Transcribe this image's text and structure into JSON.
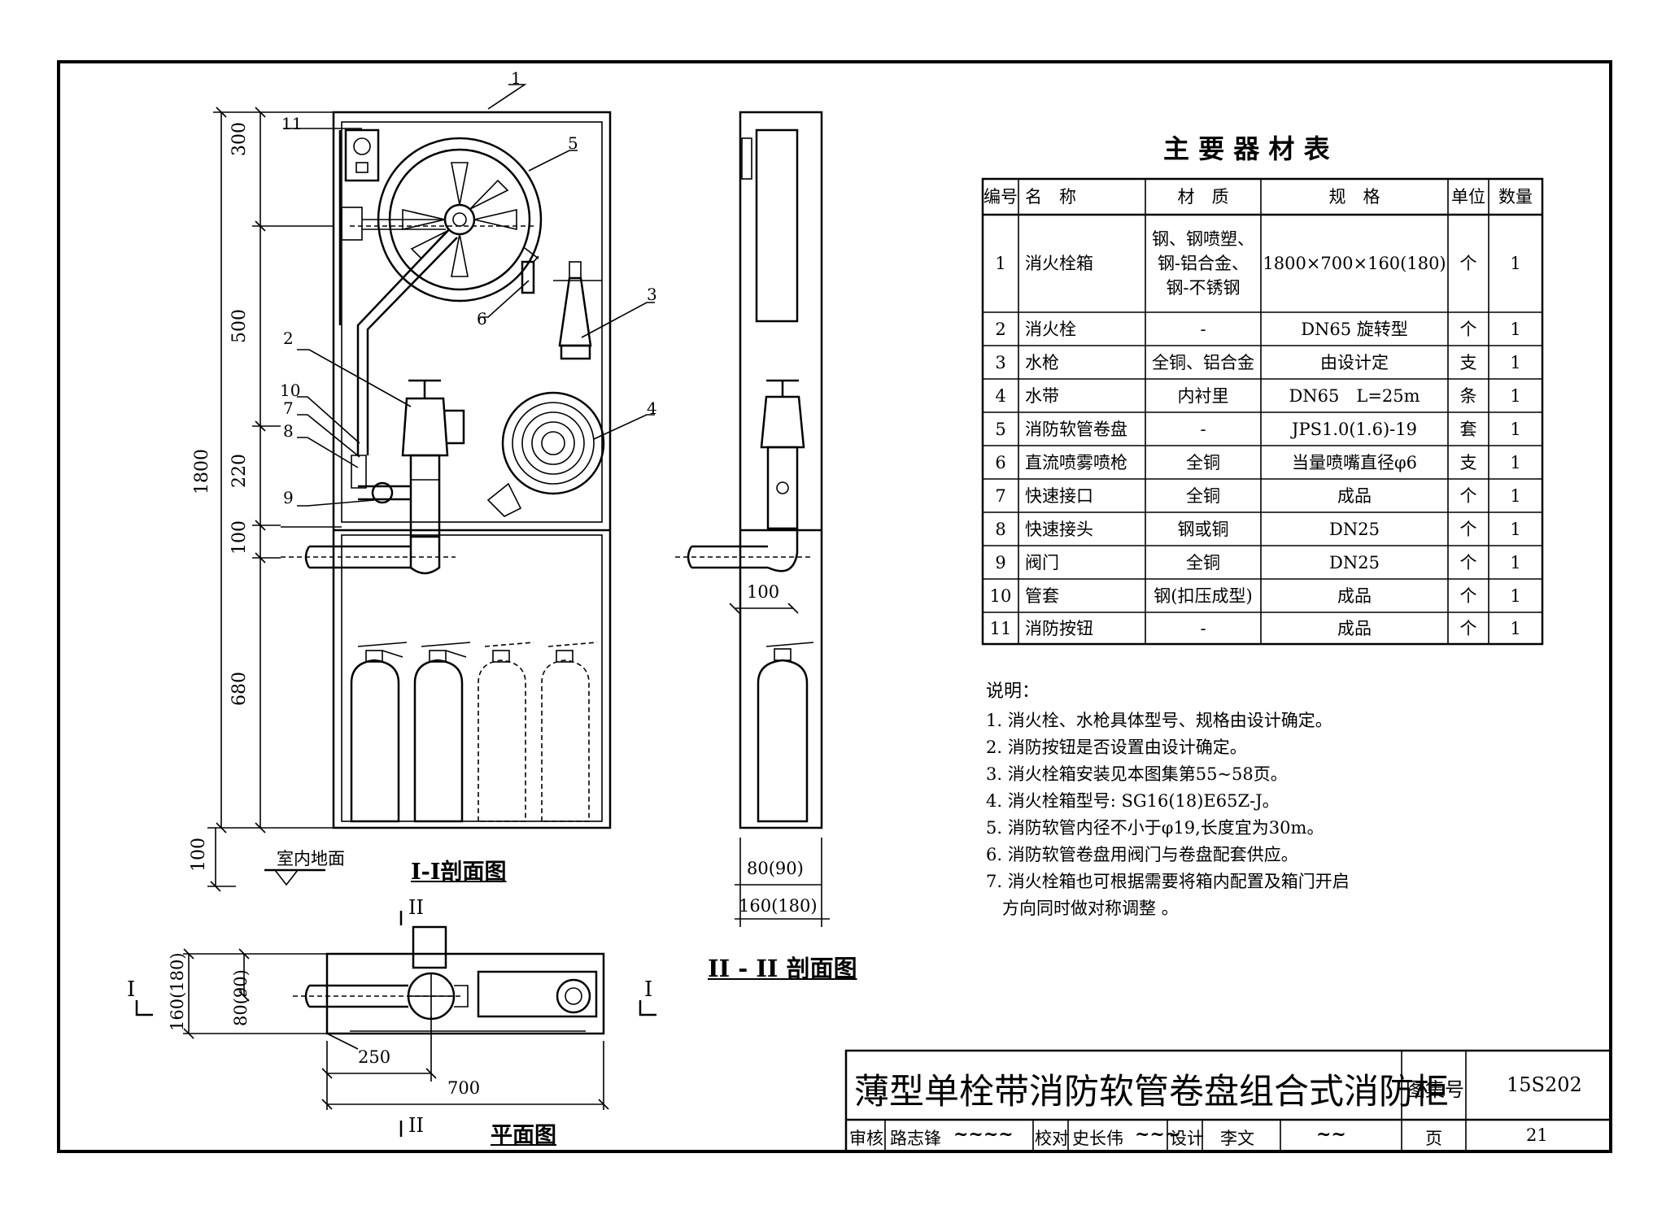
{
  "table": {
    "title": "主 要 器 材 表",
    "headers": [
      "编号",
      "名　称",
      "材　质",
      "规　格",
      "单位",
      "数量"
    ],
    "rows": [
      {
        "no": "1",
        "name": "消火栓箱",
        "material": [
          "钢、钢喷塑、",
          "钢-铝合金、",
          "钢-不锈钢"
        ],
        "spec": "1800×700×160(180)",
        "unit": "个",
        "qty": "1"
      },
      {
        "no": "2",
        "name": "消火栓",
        "material": [
          "-"
        ],
        "spec": "DN65 旋转型",
        "unit": "个",
        "qty": "1"
      },
      {
        "no": "3",
        "name": "水枪",
        "material": [
          "全铜、铝合金"
        ],
        "spec": "由设计定",
        "unit": "支",
        "qty": "1"
      },
      {
        "no": "4",
        "name": "水带",
        "material": [
          "内衬里"
        ],
        "spec": "DN65　L=25m",
        "unit": "条",
        "qty": "1"
      },
      {
        "no": "5",
        "name": "消防软管卷盘",
        "material": [
          "-"
        ],
        "spec": "JPS1.0(1.6)-19",
        "unit": "套",
        "qty": "1"
      },
      {
        "no": "6",
        "name": "直流喷雾喷枪",
        "material": [
          "全铜"
        ],
        "spec": "当量喷嘴直径φ6",
        "unit": "支",
        "qty": "1"
      },
      {
        "no": "7",
        "name": "快速接口",
        "material": [
          "全铜"
        ],
        "spec": "成品",
        "unit": "个",
        "qty": "1"
      },
      {
        "no": "8",
        "name": "快速接头",
        "material": [
          "钢或铜"
        ],
        "spec": "DN25",
        "unit": "个",
        "qty": "1"
      },
      {
        "no": "9",
        "name": "阀门",
        "material": [
          "全铜"
        ],
        "spec": "DN25",
        "unit": "个",
        "qty": "1"
      },
      {
        "no": "10",
        "name": "管套",
        "material": [
          "钢(扣压成型)"
        ],
        "spec": "成品",
        "unit": "个",
        "qty": "1"
      },
      {
        "no": "11",
        "name": "消防按钮",
        "material": [
          "-"
        ],
        "spec": "成品",
        "unit": "个",
        "qty": "1"
      }
    ]
  },
  "notes": {
    "heading": "说明：",
    "items": [
      "1. 消火栓、水枪具体型号、规格由设计确定。",
      "2. 消防按钮是否设置由设计确定。",
      "3. 消火栓箱安装见本图集第55~58页。",
      "4. 消火栓箱型号: SG16(18)E65Z-J。",
      "5. 消防软管内径不小于φ19,长度宜为30m。",
      "6. 消防软管卷盘用阀门与卷盘配套供应。",
      "7. 消火栓箱也可根据需要将箱内配置及箱门开启",
      "   方向同时做对称调整 。"
    ]
  },
  "views": {
    "section_1": "I-I剖面图",
    "section_2": "II - II 剖面图",
    "plan": "平面图",
    "floor": "室内地面",
    "cut_I": "I",
    "cut_II": "II"
  },
  "dimensions": {
    "front": [
      "300",
      "500",
      "220",
      "100",
      "680",
      "100",
      "1800"
    ],
    "side": [
      "100",
      "80(90)",
      "160(180)"
    ],
    "plan": [
      "160(180)",
      "80(90)",
      "250",
      "700"
    ]
  },
  "callouts": [
    "1",
    "2",
    "3",
    "4",
    "5",
    "6",
    "7",
    "8",
    "9",
    "10",
    "11"
  ],
  "title_block": {
    "title": "薄型单栓带消防软管卷盘组合式消防柜",
    "atlas_label": "图集号",
    "atlas_no": "15S202",
    "review_label": "审核",
    "reviewer": "路志锋",
    "check_label": "校对",
    "checker": "史长伟",
    "design_label": "设计",
    "designer": "李文",
    "page_label": "页",
    "page_no": "21"
  }
}
